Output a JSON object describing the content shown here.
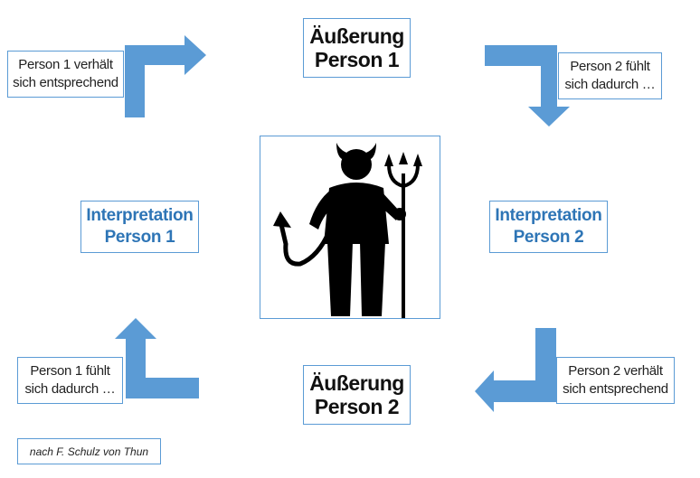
{
  "nodes": {
    "aeusserung_p1": [
      "Äußerung",
      "Person 1"
    ],
    "aeusserung_p2": [
      "Äußerung",
      "Person 2"
    ],
    "interpretation_p1": [
      "Interpretation",
      "Person 1"
    ],
    "interpretation_p2": [
      "Interpretation",
      "Person 2"
    ],
    "p1_verhaelt": [
      "Person 1 verhält",
      "sich entsprechend"
    ],
    "p2_fuehlt": [
      "Person 2 fühlt",
      "sich dadurch …"
    ],
    "p2_verhaelt": [
      "Person 2 verhält",
      "sich entsprechend"
    ],
    "p1_fuehlt": [
      "Person 1 fühlt",
      "sich dadurch …"
    ]
  },
  "credit": "nach F. Schulz von Thun",
  "colors": {
    "arrow": "#5b9bd5",
    "blue_text": "#2e75b6",
    "border": "#5b9bd5"
  },
  "icon": "devil-with-trident-icon"
}
